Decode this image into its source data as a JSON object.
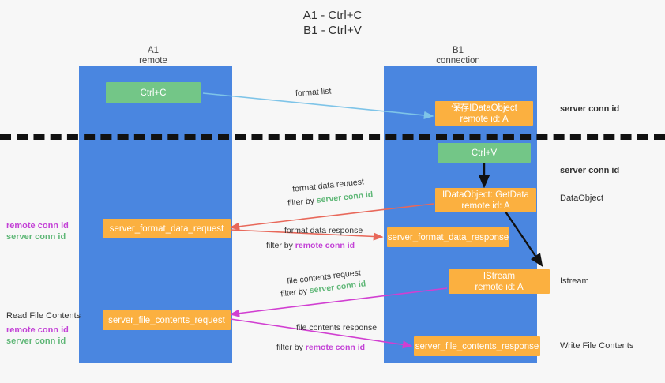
{
  "title": "A1 - Ctrl+C\nB1 - Ctrl+V",
  "colors": {
    "lane": "#4a86e0",
    "green_box": "#73c687",
    "orange_box": "#fbb040",
    "server_conn_id": "#5fb777",
    "remote_conn_id": "#c341d6",
    "arrow_blue": "#7ec4e8",
    "arrow_red": "#e8685a",
    "arrow_magenta": "#d13fd1",
    "arrow_black": "#111111",
    "background": "#f7f7f7"
  },
  "lanes": [
    {
      "name": "A1",
      "sub": "remote"
    },
    {
      "name": "B1",
      "sub": "connection"
    }
  ],
  "boxes": {
    "ctrl_c": "Ctrl+C",
    "ctrl_v": "Ctrl+V",
    "idataobject_l1": "保存IDataObject",
    "idataobject_l2": "remote id: A",
    "getdata_l1": "IDataObject::GetData",
    "getdata_l2": "remote id: A",
    "istream_l1": "IStream",
    "istream_l2": "remote id: A",
    "server_format_data_request": "server_format_data_request",
    "server_format_data_response": "server_format_data_response",
    "server_file_contents_request": "server_file_contents_request",
    "server_file_contents_response": "server_file_contents_response"
  },
  "arrow_labels": {
    "format_list": "format list",
    "format_data_request": "format data request",
    "format_data_request_filter_pre": "filter by ",
    "format_data_request_filter_key": "server conn id",
    "format_data_response": "format data response",
    "format_data_response_filter_pre": "filter by ",
    "format_data_response_filter_key": "remote conn id",
    "file_contents_request": "file contents request",
    "file_contents_request_filter_pre": "filter by ",
    "file_contents_request_filter_key": "server conn id",
    "file_contents_response": "file contents response",
    "file_contents_response_filter_pre": "filter by ",
    "file_contents_response_filter_key": "remote conn id"
  },
  "right_labels": {
    "server_conn_id_top": "server conn id",
    "server_conn_id_mid": "server conn id",
    "dataobject": "DataObject",
    "istream": "Istream",
    "write_file_contents": "Write File Contents"
  },
  "left_labels": {
    "remote_conn_id_1": "remote conn id",
    "server_conn_id_1": "server conn id",
    "read_file_contents": "Read File Contents",
    "remote_conn_id_2": "remote conn id",
    "server_conn_id_2": "server conn id"
  }
}
